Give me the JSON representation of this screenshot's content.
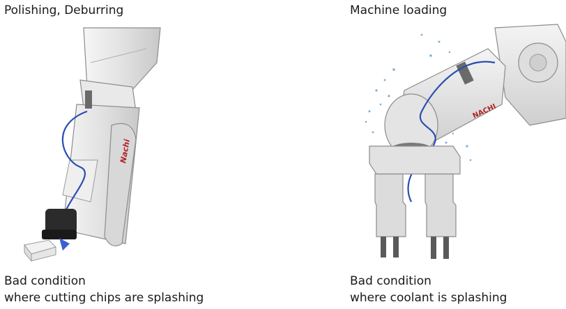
{
  "panels": [
    {
      "title": "Polishing, Deburring",
      "illustration_icon": "robot-arm-polishing-icon",
      "brand_mark": "Nachi",
      "caption_line1": "Bad condition",
      "caption_line2": "where cutting chips are splashing"
    },
    {
      "title": "Machine loading",
      "illustration_icon": "robot-arm-machine-loading-icon",
      "brand_mark": "NACHI",
      "caption_line1": "Bad condition",
      "caption_line2": "where coolant is splashing"
    }
  ],
  "colors": {
    "text": "#1a1a1a",
    "robot_body": "#e6e6e6",
    "robot_outline": "#8c8c8c",
    "cable": "#2a4fb0",
    "logo": "#b22222"
  }
}
